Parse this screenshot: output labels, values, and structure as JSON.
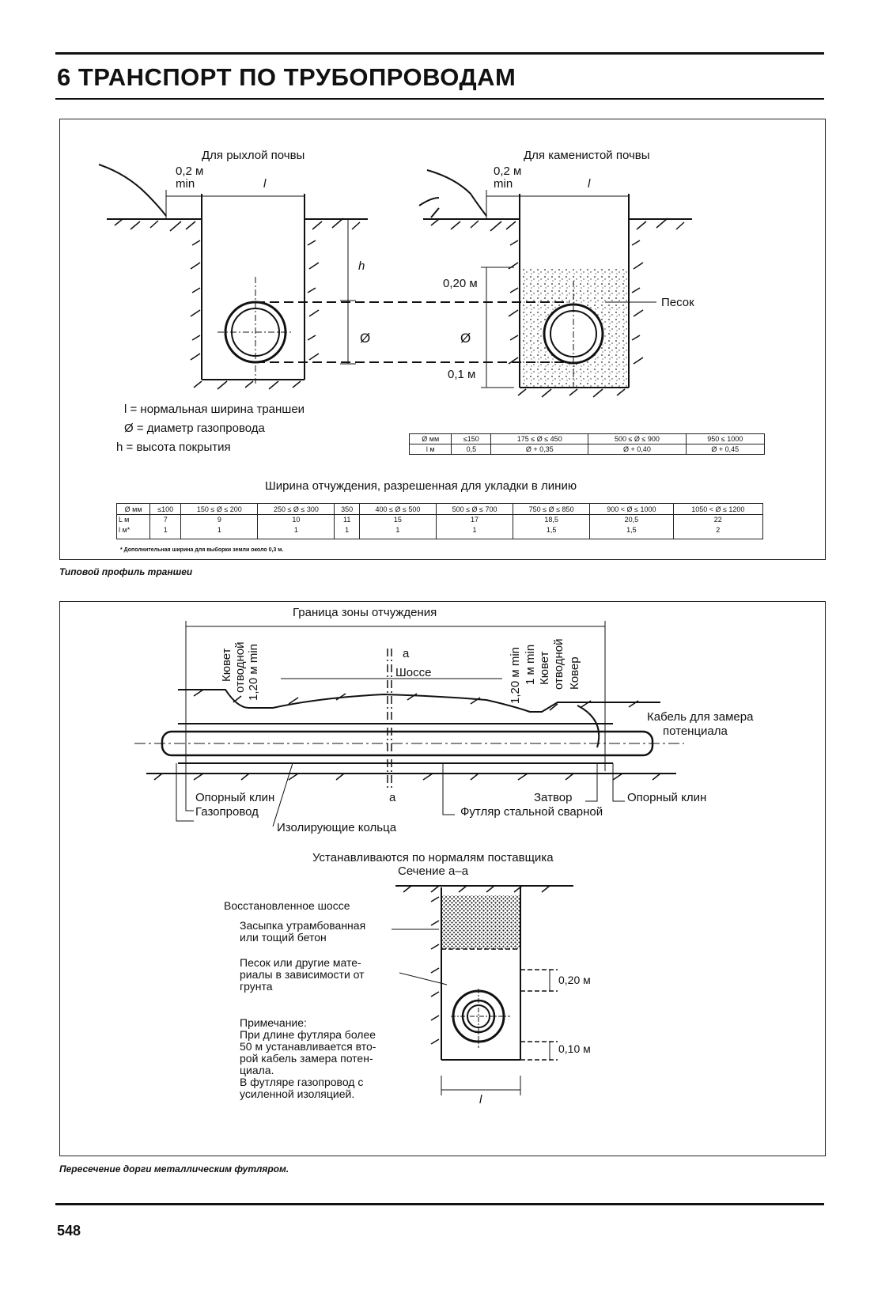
{
  "header": {
    "title": "6  ТРАНСПОРТ ПО ТРУБОПРОВОДАМ"
  },
  "figure1": {
    "soft_soil_label": "Для рыхлой почвы",
    "rocky_soil_label": "Для каменистой почвы",
    "gap_value": "0,2 м",
    "gap_min": "min",
    "width_symbol": "l",
    "height_symbol": "h",
    "diameter_symbol": "Ø",
    "dim_top": "0,20 м",
    "dim_bottom": "0,1 м",
    "sand_label": "Песок",
    "legend": [
      "l = нормальная ширина траншеи",
      "Ø = диаметр газопровода",
      "h = высота покрытия"
    ],
    "table1": {
      "header": [
        "Ø мм",
        "≤150",
        "175 ≤ Ø ≤ 450",
        "500 ≤ Ø ≤ 900",
        "950 ≤ 1000"
      ],
      "row": [
        "l м",
        "0,5",
        "Ø + 0,35",
        "Ø + 0,40",
        "Ø + 0,45"
      ]
    },
    "table2_caption": "Ширина отчуждения, разрешенная для укладки в линию",
    "table2": {
      "header": [
        "Ø мм",
        "≤100",
        "150 ≤ Ø ≤ 200",
        "250 ≤ Ø ≤ 300",
        "350",
        "400 ≤ Ø ≤ 500",
        "500 ≤ Ø ≤ 700",
        "750 ≤ Ø ≤ 850",
        "900 < Ø ≤ 1000",
        "1050 < Ø ≤ 1200"
      ],
      "row_label_1": "L м",
      "row_label_2": "l м*",
      "row_L": [
        "7",
        "9",
        "10",
        "11",
        "15",
        "17",
        "18,5",
        "20,5",
        "22"
      ],
      "row_l": [
        "1",
        "1",
        "1",
        "1",
        "1",
        "1",
        "1,5",
        "1,5",
        "2"
      ]
    },
    "footnote": "* Дополнительная ширина для выборки земли около 0,3 м.",
    "caption": "Типовой профиль траншеи"
  },
  "figure2": {
    "zone_label": "Граница зоны отчуждения",
    "left_vertical": [
      "Кювет",
      "отводной",
      "1,20 м min"
    ],
    "right_vertical": [
      "1,20 м min",
      "1 м min",
      "Кювет",
      "отводной",
      "Ковер"
    ],
    "section_mark": "a",
    "road_label": "Шоссе",
    "cable_label": "Кабель для замера",
    "cable_label_2": "потенциала",
    "support_left": "Опорный клин",
    "gas_pipe": "Газопровод",
    "insulating_rings": "Изолирующие кольца",
    "valve": "Затвор",
    "support_right": "Опорный клин",
    "casing": "Футляр стальной сварной",
    "supplier_note": "Устанавливаются по нормалям поставщика",
    "section_title": "Сечение а–а",
    "restored_road": "Восстановленное шоссе",
    "backfill": [
      "Засыпка утрамбованная",
      "или тощий бетон"
    ],
    "sand_other": [
      "Песок или другие мате-",
      "риалы в зависимости от",
      "грунта"
    ],
    "note": [
      "Примечание:",
      "При длине футляра более",
      "50 м устанавливается вто-",
      "рой кабель замера потен-",
      "циала.",
      "В футляре газопровод с",
      "усиленной изоляцией."
    ],
    "dim_top": "0,20 м",
    "dim_bottom": "0,10 м",
    "width_symbol": "l",
    "caption": "Пересечение дорги металлическим футляром."
  },
  "footer": {
    "page_number": "548"
  }
}
